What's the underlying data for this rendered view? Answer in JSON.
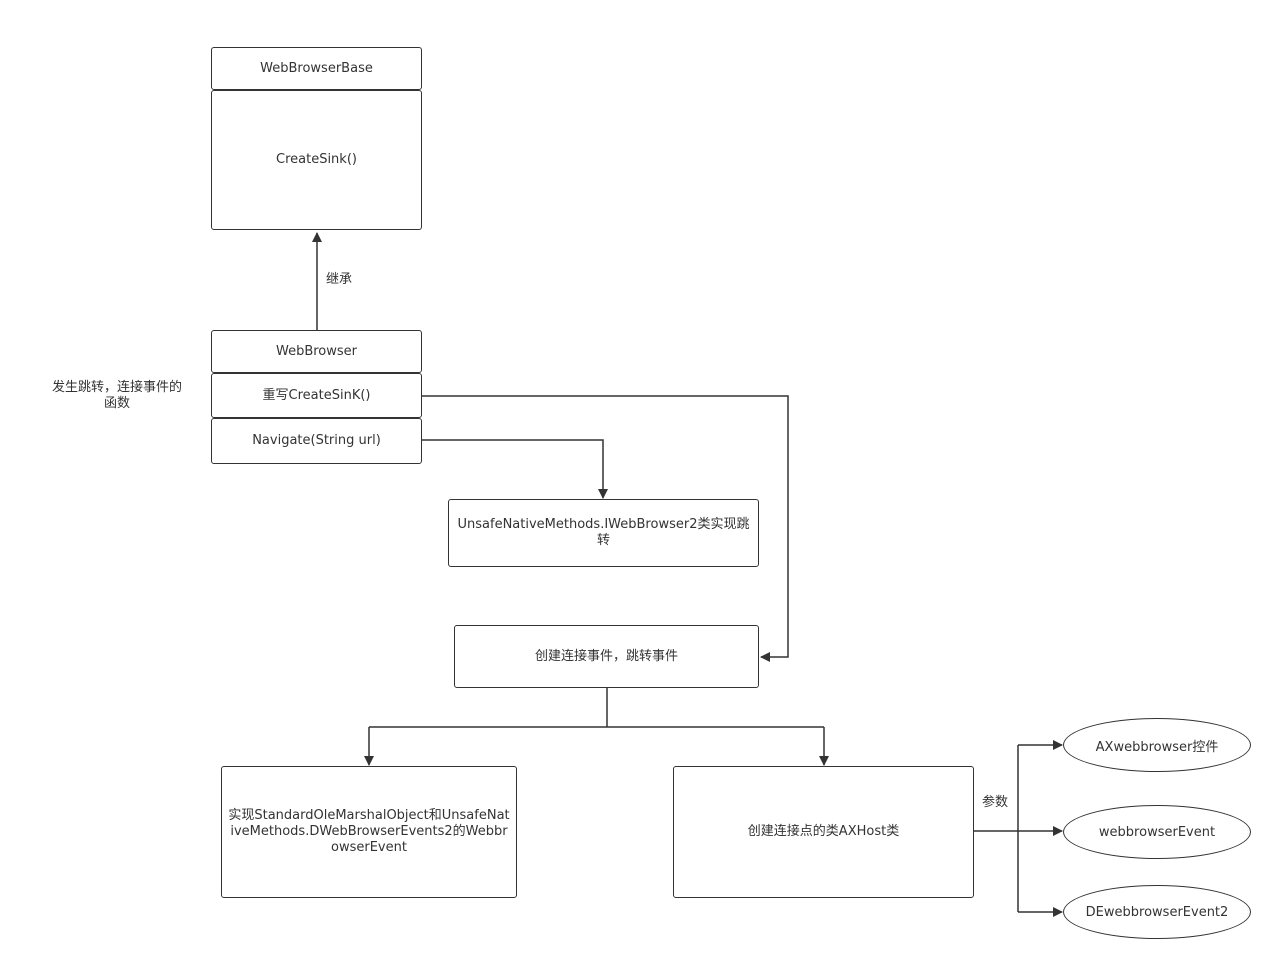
{
  "nodes": {
    "base_title": "WebBrowserBase",
    "base_method": "CreateSink()",
    "wb_title": "WebBrowser",
    "wb_override": "重写CreateSinK()",
    "wb_navigate": "Navigate(String url)",
    "unsafe_nav": "UnsafeNativeMethods.IWebBrowser2类实现跳转",
    "create_events": "创建连接事件，跳转事件",
    "impl_events": "实现StandardOleMarshalObject和UnsafeNativeMethods.DWebBrowserEvents2的WebbrowserEvent",
    "axhost": "创建连接点的类AXHost类",
    "ax_control": "AXwebbrowser控件",
    "wb_event": "webbrowserEvent",
    "dwb_event": "DEwebbrowserEvent2"
  },
  "labels": {
    "inherit": "继承",
    "side_note": "发生跳转，连接事件的函数",
    "params": "参数"
  },
  "colors": {
    "stroke": "#333333",
    "text": "#333333",
    "background": "#ffffff"
  }
}
